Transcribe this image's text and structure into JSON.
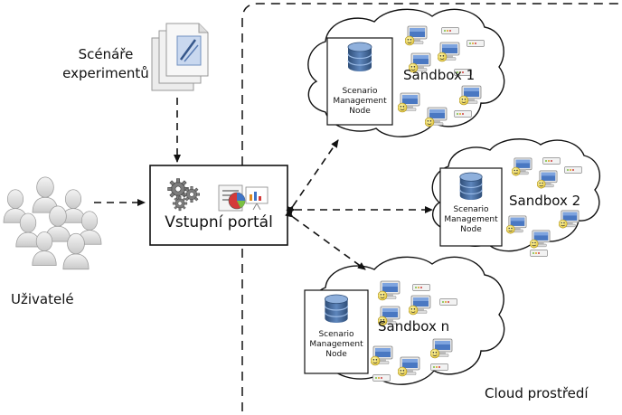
{
  "labels": {
    "scenarios_line1": "Scénáře",
    "scenarios_line2": "experimentů",
    "users": "Uživatelé",
    "portal": "Vstupní portál",
    "cloud": "Cloud prostředí"
  },
  "sandboxes": [
    {
      "name": "Sandbox 1",
      "node_line1": "Scenario",
      "node_line2": "Management",
      "node_line3": "Node"
    },
    {
      "name": "Sandbox 2",
      "node_line1": "Scenario",
      "node_line2": "Management",
      "node_line3": "Node"
    },
    {
      "name": "Sandbox n",
      "node_line1": "Scenario",
      "node_line2": "Management",
      "node_line3": "Node"
    }
  ],
  "icons": {
    "scenario_docs": "document-stack-icon",
    "users": "user-group-icon",
    "portal_settings": "gears-icon",
    "portal_charts": "charts-icon",
    "node": "database-icon",
    "vm": "computer-icon"
  }
}
